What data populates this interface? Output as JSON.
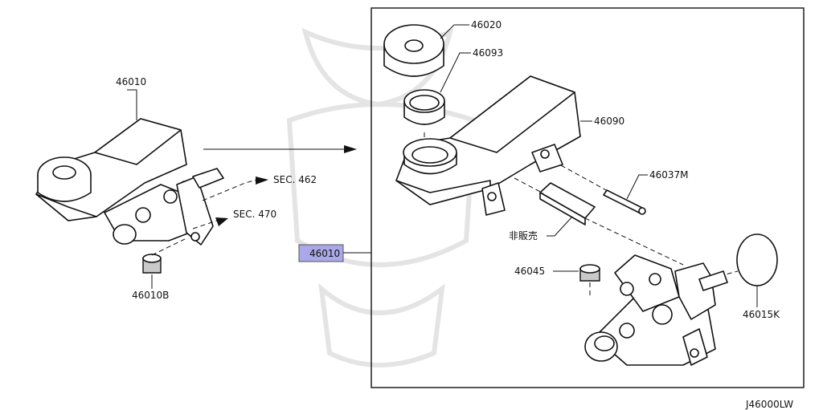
{
  "diagram": {
    "code": "J46000LW",
    "assembly": {
      "part_no": "46010",
      "highlight_color": "#a9a9e8"
    },
    "left_parts": {
      "assembly_label": "46010",
      "grommet_label": "46010B",
      "sec_462": "SEC. 462",
      "sec_470": "SEC. 470"
    },
    "detail_parts": {
      "cap": "46020",
      "strainer": "46093",
      "reservoir_tank": "46090",
      "pin": "46037M",
      "not_sold": "非販売",
      "grommet": "46045",
      "oring": "46015K"
    }
  }
}
